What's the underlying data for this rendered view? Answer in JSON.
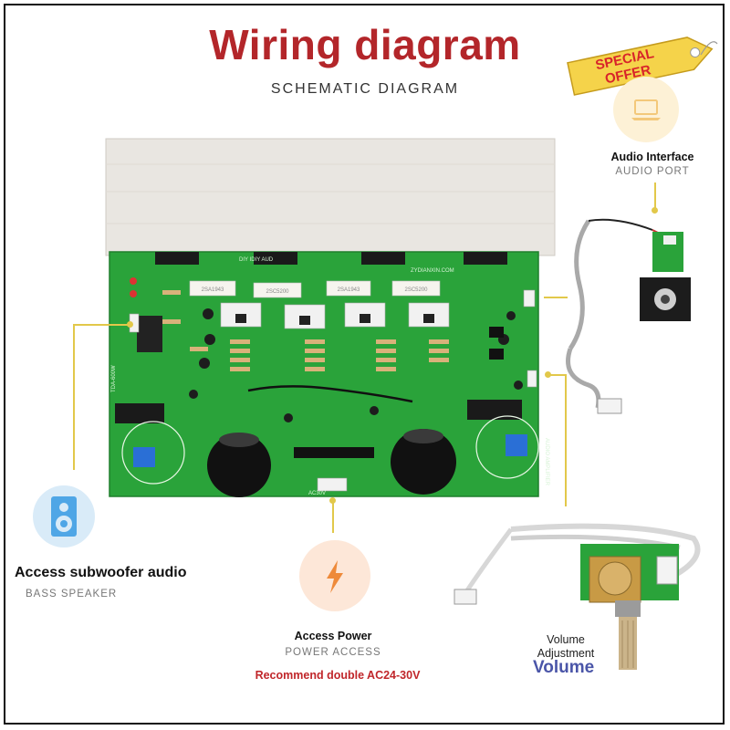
{
  "header": {
    "title": "Wiring diagram",
    "subtitle": "SCHEMATIC DIAGRAM"
  },
  "badge": {
    "line1": "SPECIAL",
    "line2": "OFFER",
    "color": "#d8242a"
  },
  "audio_interface": {
    "title": "Audio Interface",
    "subtitle": "AUDIO PORT"
  },
  "subwoofer": {
    "title": "Access subwoofer audio",
    "subtitle": "BASS SPEAKER",
    "icon": "speaker-icon"
  },
  "power": {
    "title": "Access Power",
    "subtitle": "POWER ACCESS",
    "note": "Recommend double AC24-30V",
    "icon": "lightning-icon"
  },
  "volume": {
    "title_line1": "Volume",
    "title_line2": "Adjustment",
    "word": "Volume"
  },
  "board": {
    "chips": [
      "2SA1943",
      "2SC5200",
      "2SA1943",
      "2SC5200"
    ],
    "pcb_text_top_left": "DIY IDIY AUD",
    "pcb_text_top_right": "ZYDIANXIN.COM",
    "pcb_text_side": "AUDIO AMPLIFIER",
    "pcb_text_left": "TDA-600W",
    "ac_label": "AC30V",
    "colors": {
      "pcb": "#2aa33a",
      "heatsink": "#e9e6e1",
      "lead": "#e2c84a"
    }
  }
}
